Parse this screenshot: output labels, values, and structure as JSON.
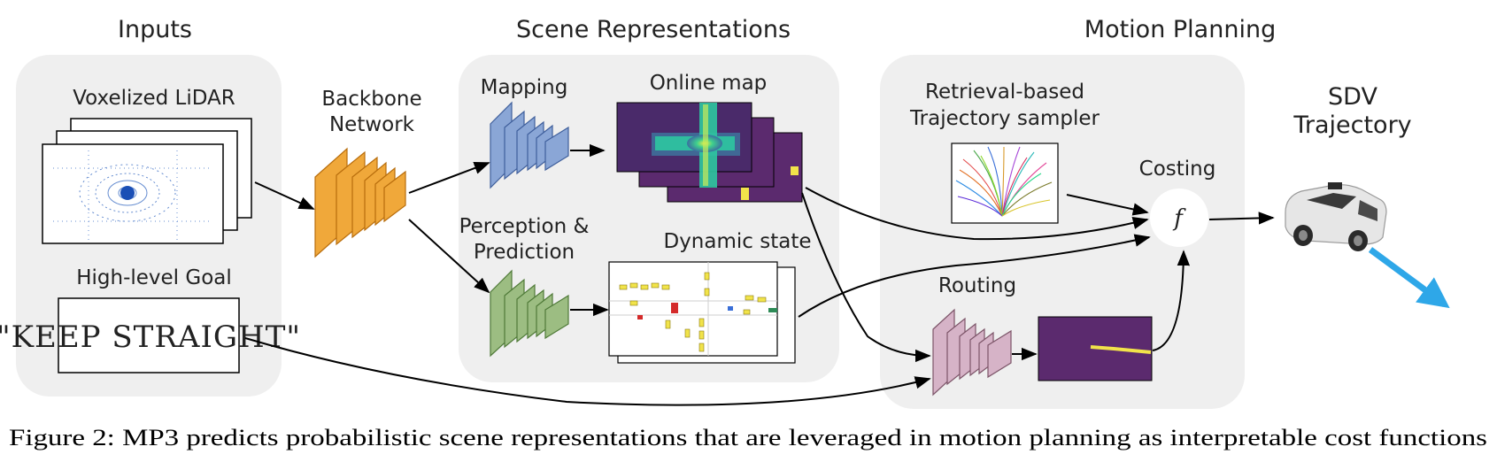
{
  "sections": {
    "inputs": "Inputs",
    "scene": "Scene Representations",
    "motion": "Motion Planning"
  },
  "labels": {
    "lidar": "Voxelized LiDAR",
    "goal": "High-level Goal",
    "goal_text": "\"KEEP STRAIGHT\"",
    "backbone_line1": "Backbone",
    "backbone_line2": "Network",
    "mapping": "Mapping",
    "online_map": "Online map",
    "perception_line1": "Perception &",
    "perception_line2": "Prediction",
    "dynamic_state": "Dynamic state",
    "sampler_line1": "Retrieval-based",
    "sampler_line2": "Trajectory sampler",
    "costing": "Costing",
    "cost_symbol": "f",
    "routing": "Routing",
    "sdv_line1": "SDV",
    "sdv_line2": "Trajectory"
  },
  "caption": "Figure 2: MP3 predicts probabilistic scene representations that are leveraged in motion planning as interpretable cost functions",
  "colors": {
    "panel": "#efefef",
    "backbone": "#f0a83a",
    "mapping": "#8aa6d6",
    "perception": "#9cbd82",
    "routing": "#d6b3c7",
    "map_bg": "#5b2a6e",
    "map_road": "#2ec7a0",
    "route_line": "#f1e34a",
    "trajectory_arrow": "#2ea7e8"
  }
}
